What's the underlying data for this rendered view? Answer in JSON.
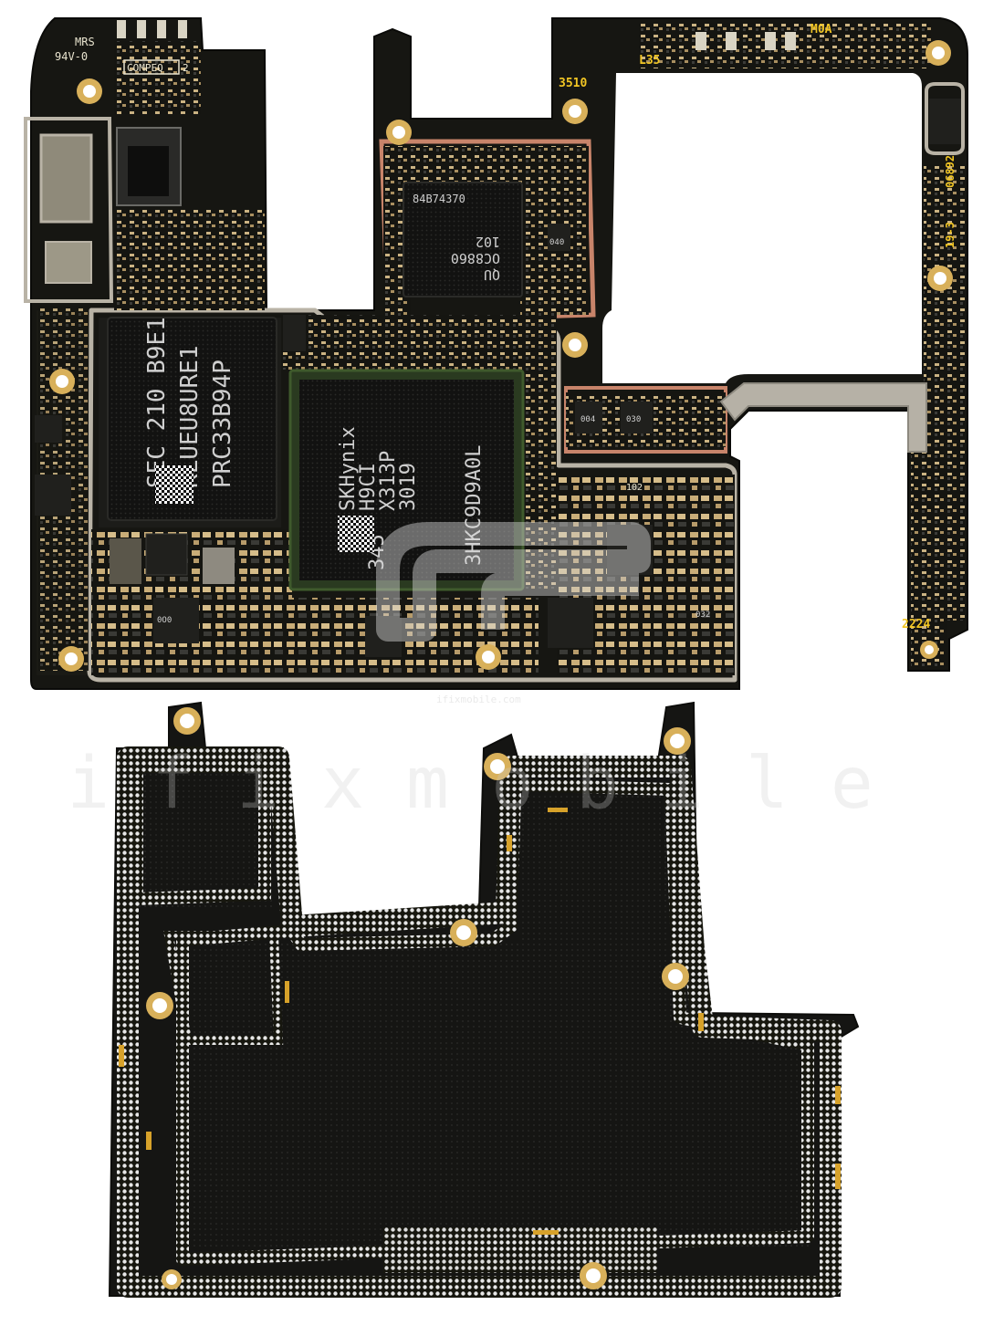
{
  "watermark": {
    "text": "ifixmobile",
    "url_text": "ifixmobile.com"
  },
  "top_board": {
    "silkscreen": {
      "mrs": "MRS",
      "rating": "94V-0",
      "compeq": "COMPEQ",
      "compeq_suffix": "2",
      "code_3510": "3510",
      "code_l35": "L35",
      "code_m0a": "M0A",
      "code_06892": "06892",
      "code_19_3": "19-3",
      "code_2224": "2224",
      "code_102": "102"
    },
    "chips": {
      "samsung": {
        "line1": "SEC 210 B9E1",
        "line2": "KLUEU8URE1",
        "line3": "PRC33B94P"
      },
      "hynix": {
        "line1": "SKHynix",
        "line2": "H9CI",
        "line3": "X313P",
        "line4": "3019",
        "line5": "345",
        "line6": "3HKC9D9A0L"
      },
      "qualcomm": {
        "line1": "84B74370",
        "line2": "QU",
        "line3": "OC8860",
        "line4": "102"
      },
      "small_markings": {
        "a": "004",
        "b": "030",
        "c": "040",
        "d": "032",
        "e": "0O0"
      }
    }
  },
  "colors": {
    "board": "#161612",
    "shield": "#b9b3a6",
    "copper": "#c8846a",
    "gold": "#d8b05a",
    "silkscreen": "#e9e4cf",
    "yellow_text": "#f2c624"
  }
}
